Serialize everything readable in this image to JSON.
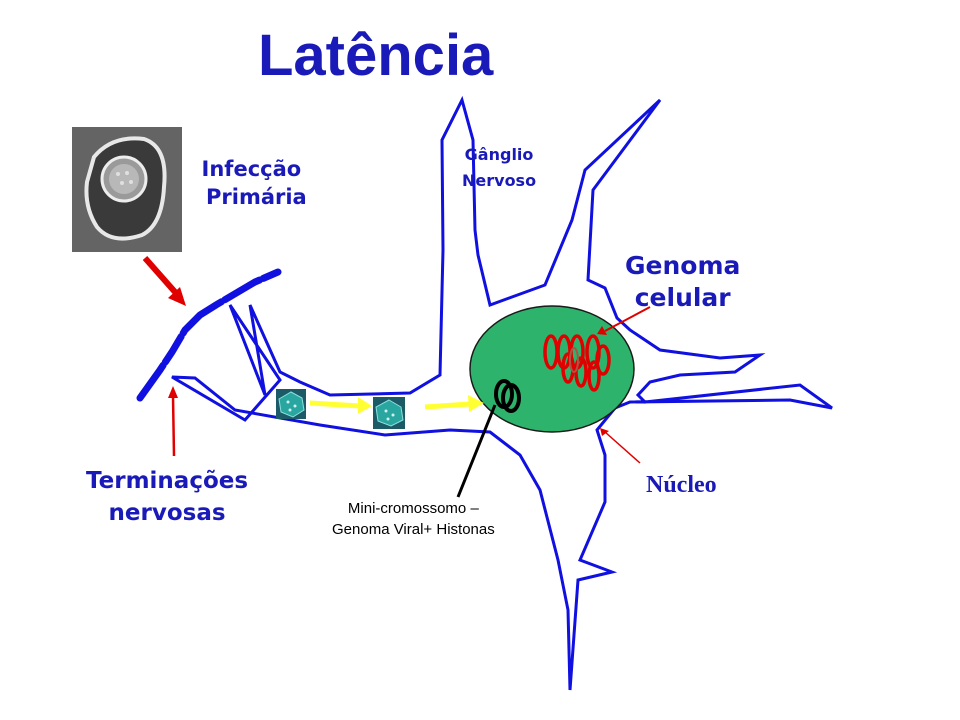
{
  "title": "Latência",
  "labels": {
    "infeccao_line1": "Infecção",
    "infeccao_line2": "Primária",
    "ganglio_line1": "Gânglio",
    "ganglio_line2": "Nervoso",
    "genoma_line1": "Genoma",
    "genoma_line2": "celular",
    "terminacoes_line1": "Terminações",
    "terminacoes_line2": "nervosas",
    "nucleo": "Núcleo",
    "minicromo_line1": "Mini-cromossomo –",
    "minicromo_line2": "Genoma Viral+ Histonas"
  },
  "colors": {
    "neuron_outline": "#1010e0",
    "text_blue": "#1a1ab8",
    "nucleus_fill": "#2db36b",
    "arrow_red": "#e00000",
    "transport_arrow": "#ffff33",
    "capsid": "#2aa6a0",
    "dna_red": "#e00000"
  },
  "icons": {
    "photo": "virus-micrograph-photo",
    "capsid": "virus-capsid-icon"
  }
}
